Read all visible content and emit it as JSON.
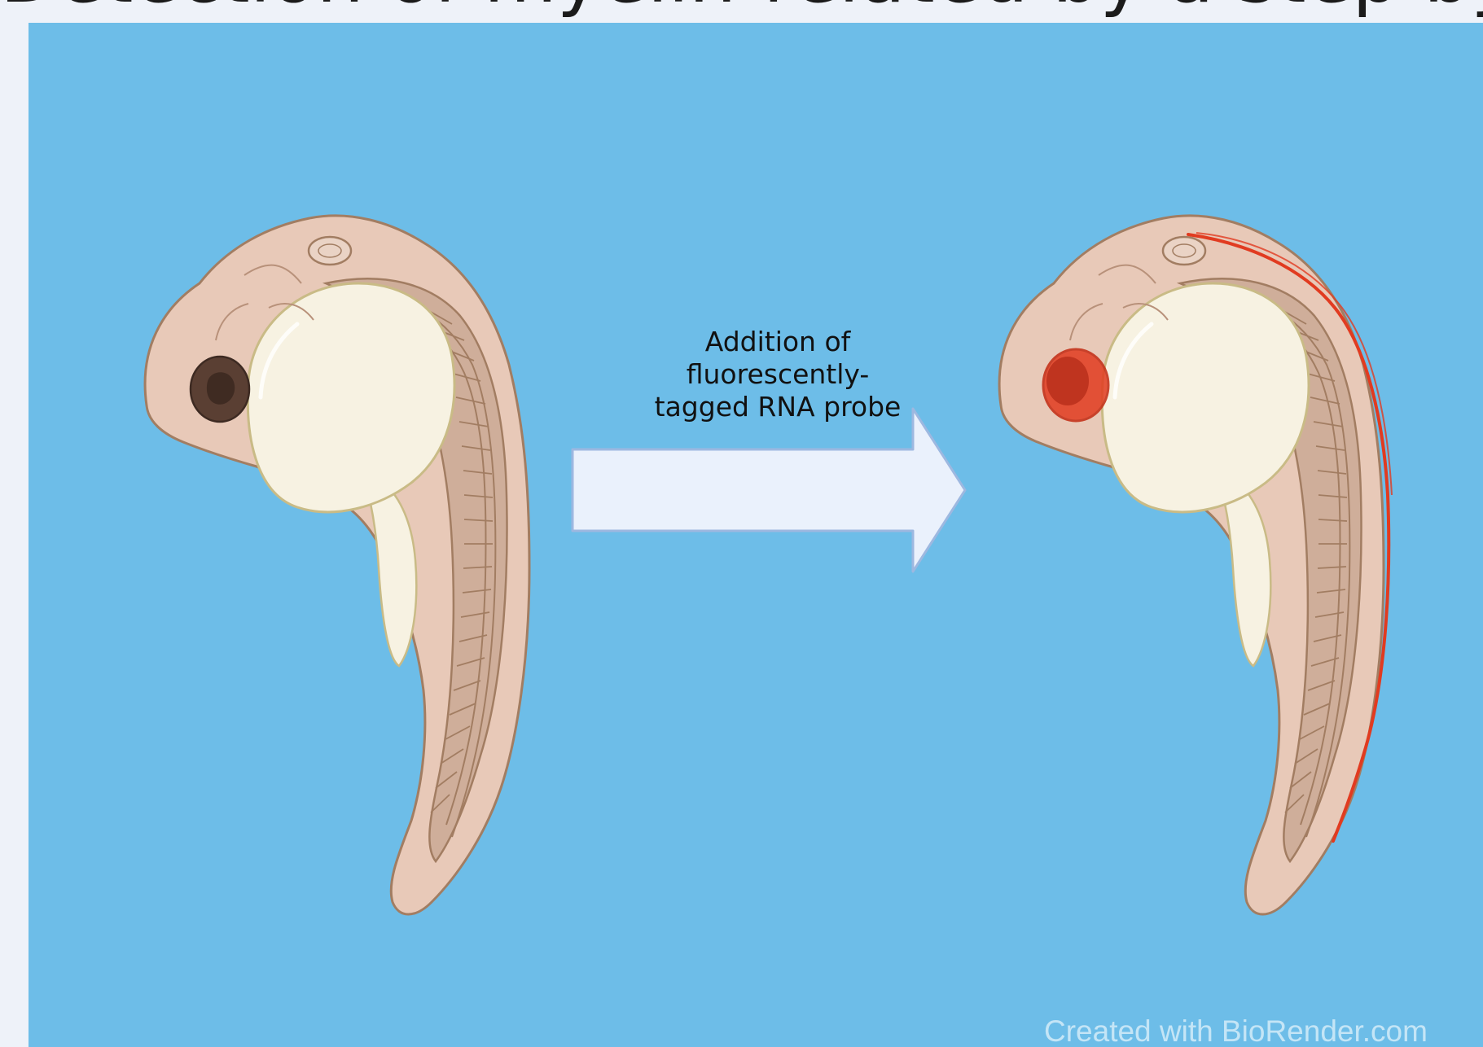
{
  "slide": {
    "title_fragment": "Detection of myelin-related by a step by step..."
  },
  "diagram": {
    "arrow_label_lines": [
      "Addition of",
      "fluorescently-",
      "tagged RNA probe"
    ],
    "credit": "Created with BioRender.com"
  },
  "colors": {
    "background": "#6dbde8",
    "page": "#eef2f9",
    "arrow_fill": "#eaf1fc",
    "arrow_stroke": "#9db8e0",
    "embryo_skin": "#e8c9b8",
    "embryo_outline": "#a27d62",
    "yolk": "#f7f2e2",
    "yolk_outline": "#c9bb86",
    "eye_dark": "#5a3f33",
    "fluorescent_signal": "#e13b20"
  },
  "icons": {
    "embryo_before": "zebrafish-embryo-icon",
    "embryo_after": "zebrafish-embryo-labeled-icon",
    "arrow": "right-arrow-icon"
  }
}
